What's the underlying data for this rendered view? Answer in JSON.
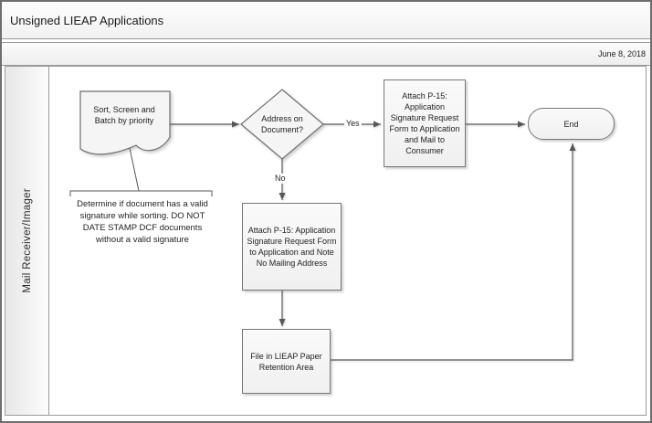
{
  "header": {
    "title": "Unsigned LIEAP Applications",
    "date": "June 8, 2018"
  },
  "lane": {
    "label": "Mail Receiver/Imager"
  },
  "flow": {
    "sort_batch": "Sort, Screen and Batch by priority",
    "decision": "Address on Document?",
    "yes_label": "Yes",
    "no_label": "No",
    "attach_mail": "Attach P-15: Application Signature Request Form to Application and Mail to Consumer",
    "attach_note": "Attach P-15: Application Signature Request Form to Application and Note No Mailing Address",
    "file_retention": "File in LIEAP Paper Retention Area",
    "end": "End",
    "annotation": "Determine if document has a valid signature while sorting.  DO NOT DATE STAMP DCF documents without a valid signature"
  },
  "colors": {
    "connector": "#585858",
    "shape_border": "#777777",
    "shape_fill": "#f5f5f5",
    "band_border": "#9a9a9a"
  }
}
